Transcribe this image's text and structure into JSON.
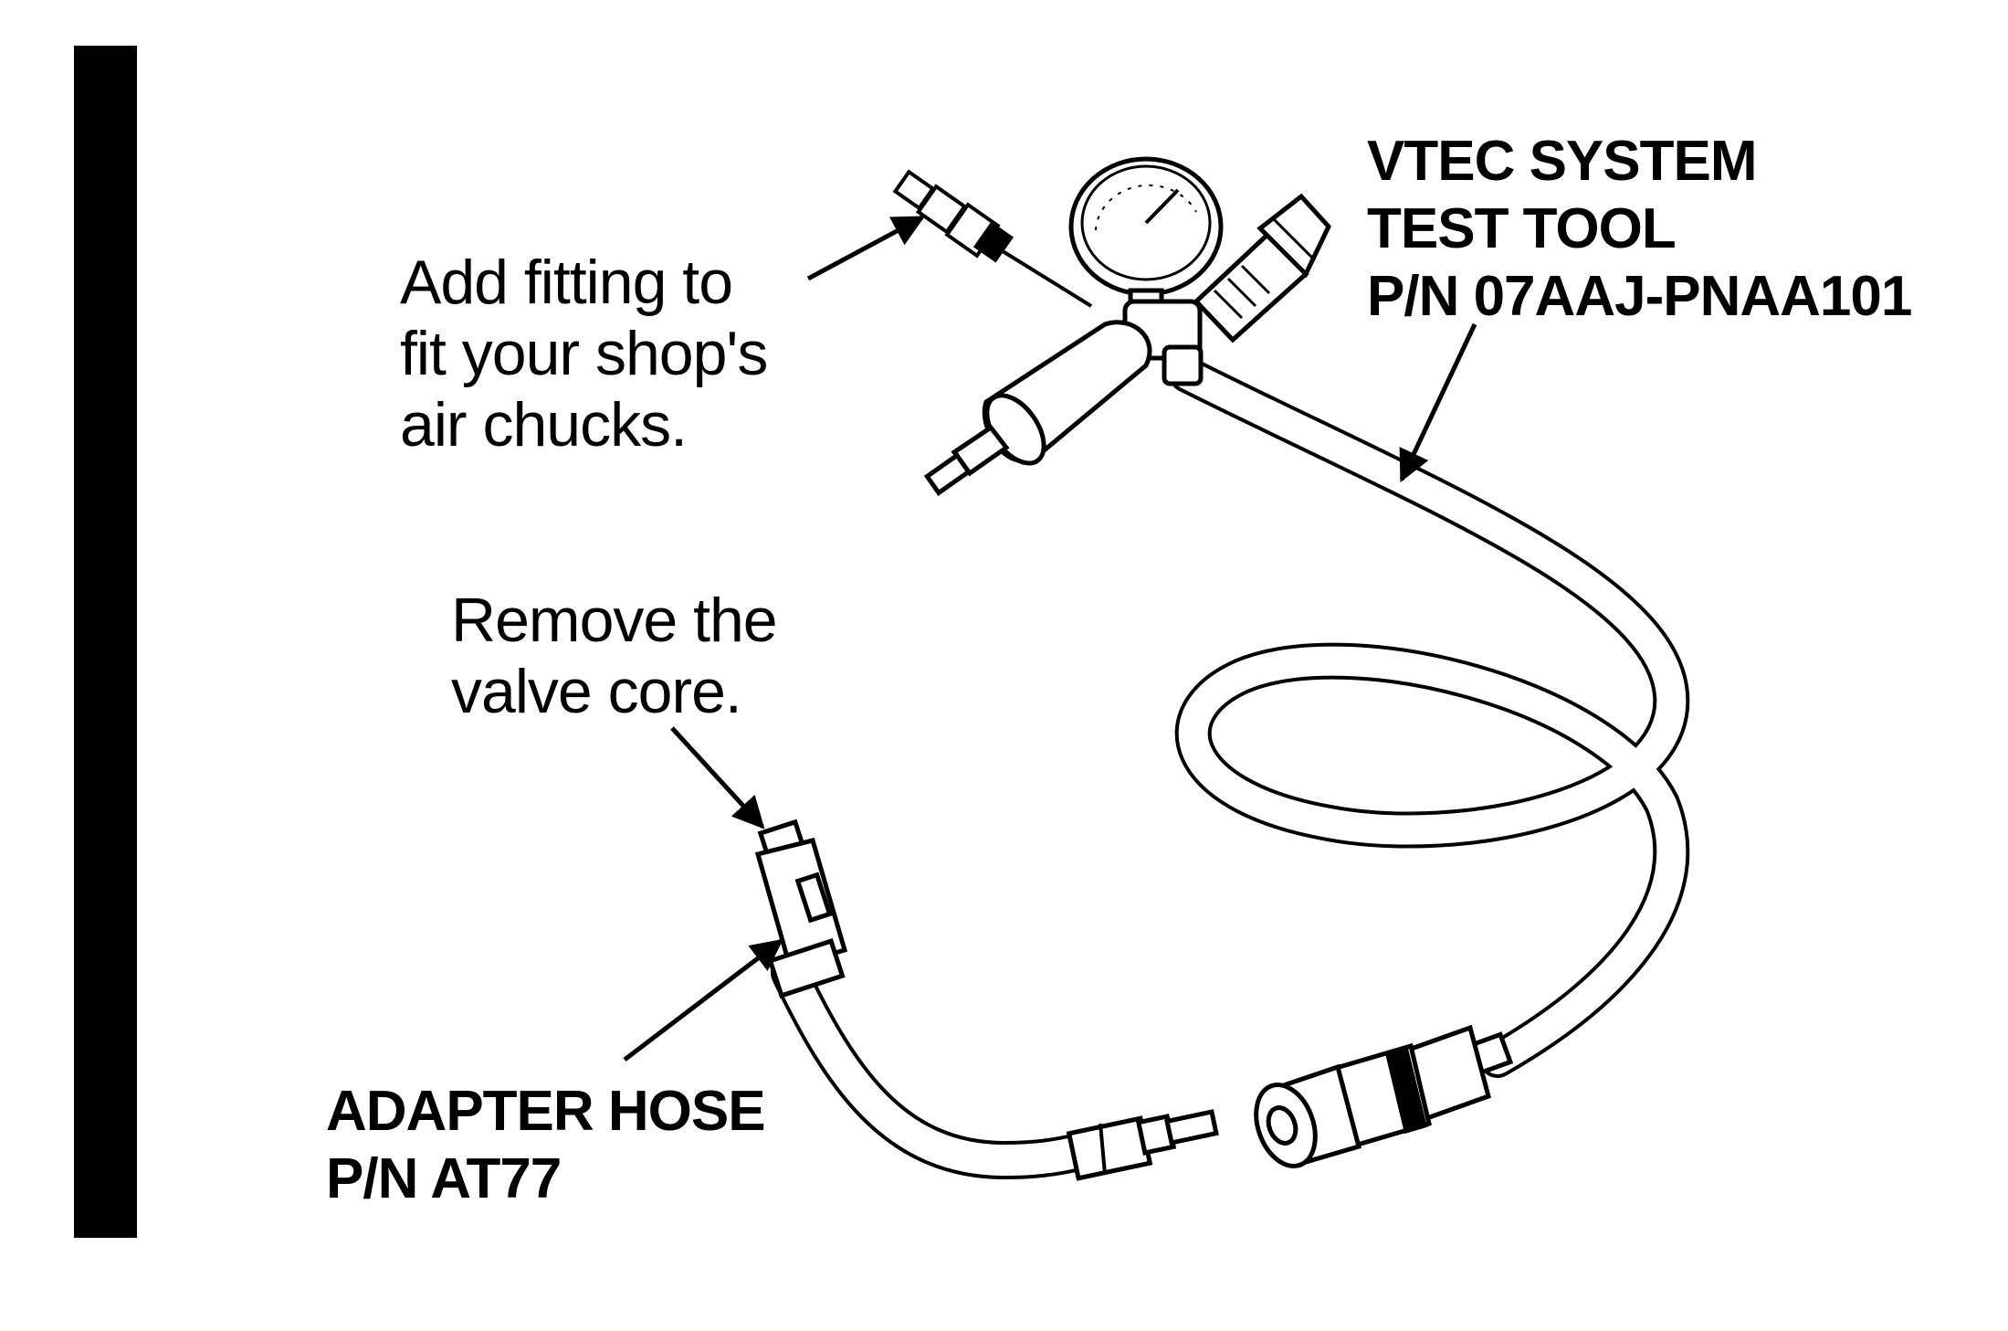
{
  "diagram": {
    "labels": {
      "test_tool": {
        "line1": "VTEC SYSTEM",
        "line2": "TEST TOOL",
        "line3": "P/N 07AAJ-PNAA101"
      },
      "fitting_note": {
        "line1": "Add fitting to",
        "line2": "fit your shop's",
        "line3": "air chucks."
      },
      "valve_note": {
        "line1": "Remove the",
        "line2": "valve core."
      },
      "adapter_hose": {
        "line1": "ADAPTER HOSE",
        "line2": "P/N AT77"
      }
    },
    "icons": [
      "pressure-gauge-icon",
      "air-fitting-icon",
      "quick-coupler-icon",
      "hose-icon"
    ],
    "colors": {
      "ink": "#000000",
      "paper": "#ffffff"
    }
  }
}
